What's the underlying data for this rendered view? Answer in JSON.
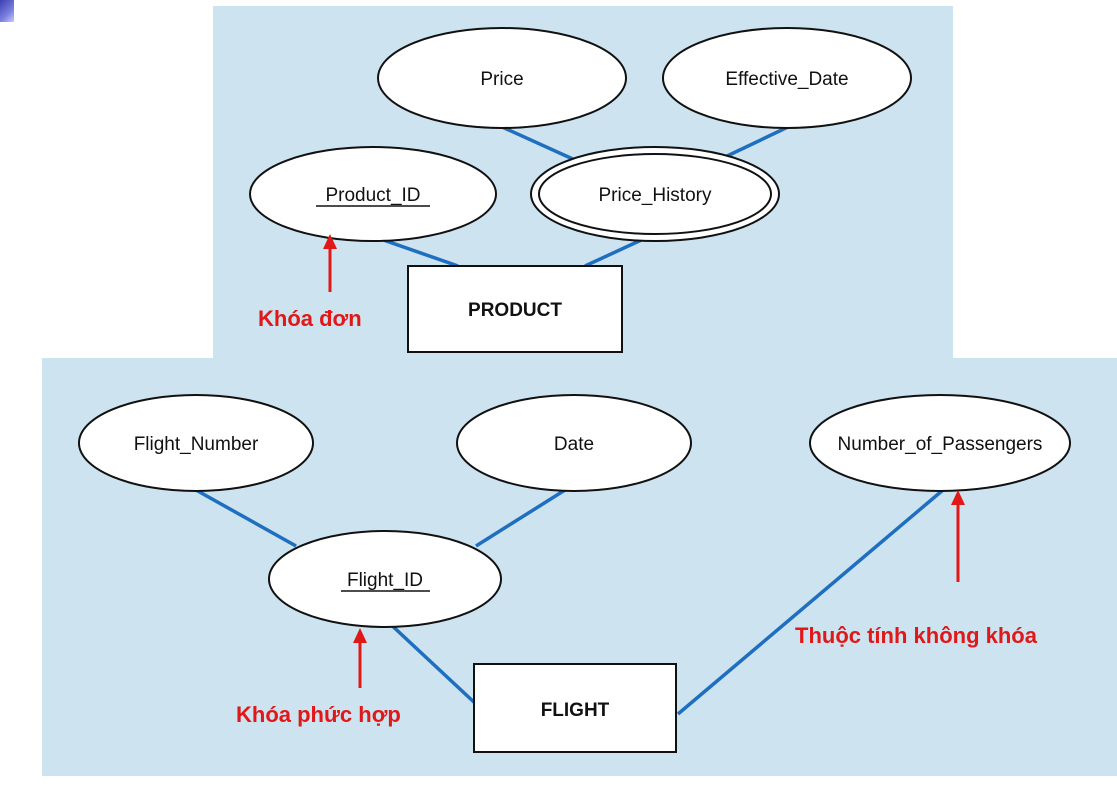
{
  "colors": {
    "panel_background": "#cde3ef",
    "connector": "#1f6fc0",
    "annotation": "#e01818"
  },
  "product_diagram": {
    "entity": "PRODUCT",
    "attributes": {
      "product_id": "Product_ID",
      "price_history": "Price_History",
      "price": "Price",
      "effective_date": "Effective_Date"
    },
    "notes": {
      "single_key": "Khóa đơn"
    }
  },
  "flight_diagram": {
    "entity": "FLIGHT",
    "attributes": {
      "flight_id": "Flight_ID",
      "flight_number": "Flight_Number",
      "date": "Date",
      "number_of_passengers": "Number_of_Passengers"
    },
    "notes": {
      "composite_key": "Khóa phức hợp",
      "non_key_attribute": "Thuộc tính không khóa"
    }
  }
}
